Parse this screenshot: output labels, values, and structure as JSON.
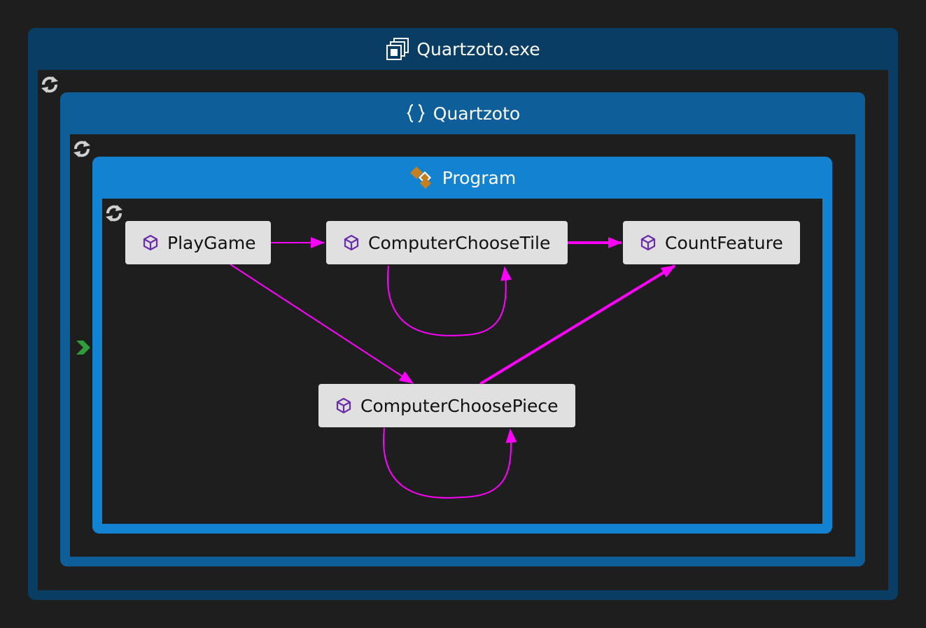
{
  "assembly": {
    "label": "Quartzoto.exe",
    "icon": "assembly-icon"
  },
  "namespace": {
    "label": "Quartzoto",
    "icon": "namespace-braces-icon"
  },
  "class": {
    "label": "Program",
    "icon": "class-icon"
  },
  "nodes": [
    {
      "id": "PlayGame",
      "label": "PlayGame",
      "icon": "method-cube-icon"
    },
    {
      "id": "ComputerChooseTile",
      "label": "ComputerChooseTile",
      "icon": "method-cube-icon"
    },
    {
      "id": "CountFeature",
      "label": "CountFeature",
      "icon": "method-cube-icon"
    },
    {
      "id": "ComputerChoosePiece",
      "label": "ComputerChoosePiece",
      "icon": "method-cube-icon"
    }
  ],
  "edges": [
    {
      "from": "PlayGame",
      "to": "ComputerChooseTile"
    },
    {
      "from": "PlayGame",
      "to": "ComputerChoosePiece"
    },
    {
      "from": "ComputerChooseTile",
      "to": "ComputerChooseTile"
    },
    {
      "from": "ComputerChooseTile",
      "to": "CountFeature"
    },
    {
      "from": "ComputerChoosePiece",
      "to": "ComputerChoosePiece"
    },
    {
      "from": "ComputerChoosePiece",
      "to": "CountFeature"
    }
  ],
  "colors": {
    "edge": "#ff00ff",
    "assembly": "#0a3d63",
    "namespace": "#0e5e9a",
    "class": "#1382d1",
    "node": "#e0e0e0",
    "method_icon": "#6a2ca8"
  }
}
